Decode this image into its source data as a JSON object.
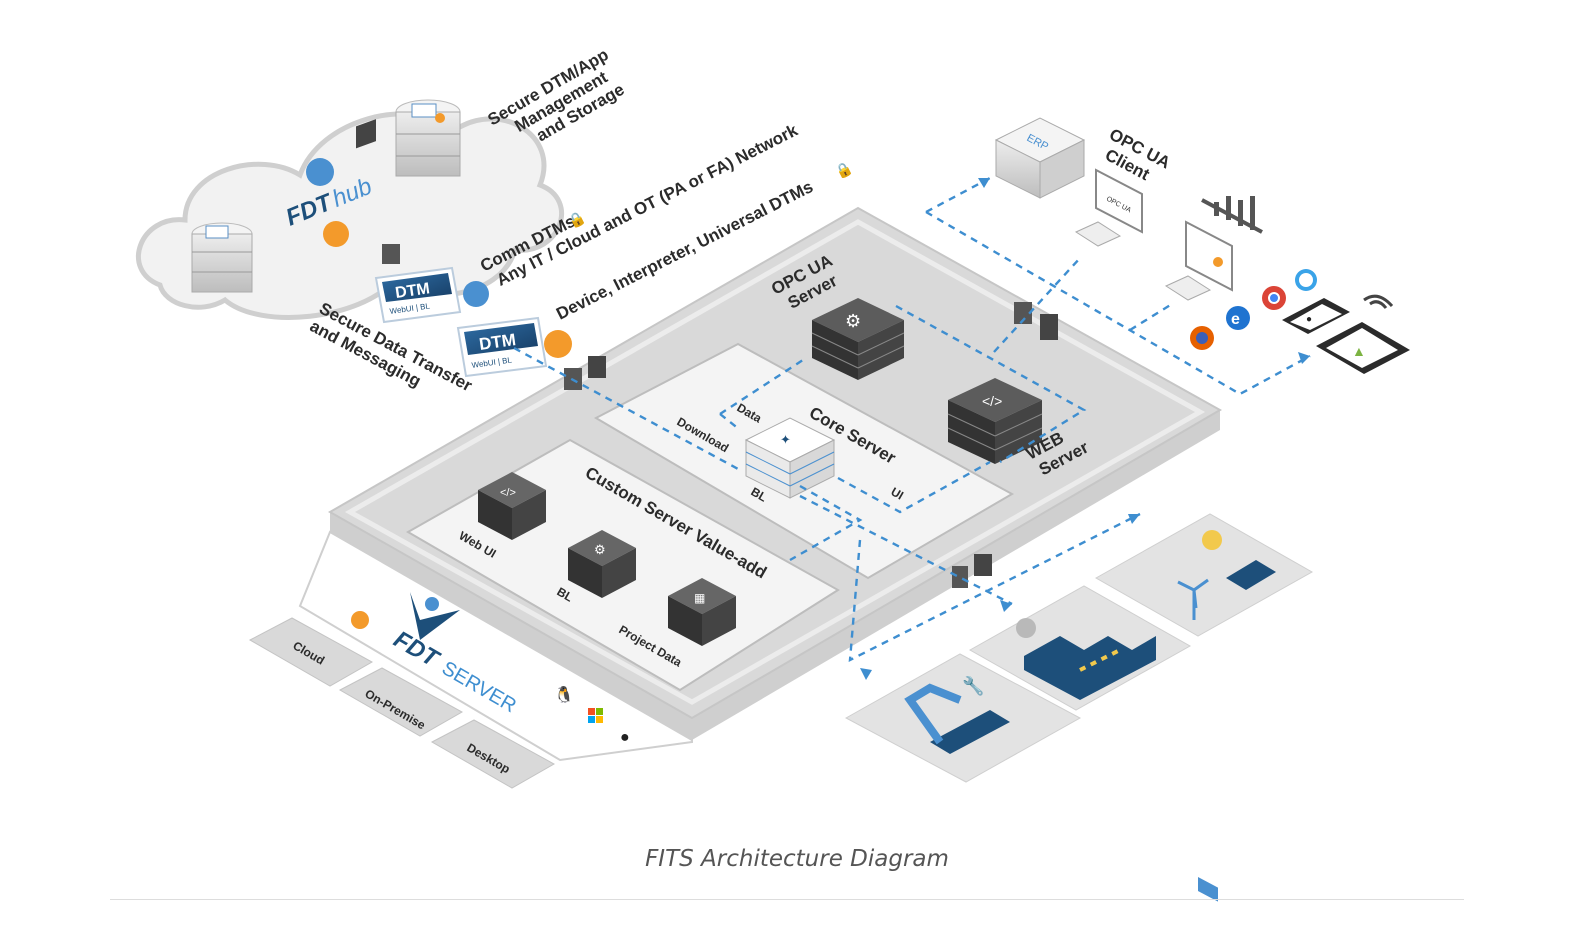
{
  "caption": "FITS Architecture Diagram",
  "cloud": {
    "hub_brand": "FDT",
    "hub_suffix": "hub",
    "storage_label": [
      "Secure DTM/App",
      "Management",
      "and Storage"
    ],
    "transfer_label": [
      "Secure Data Transfer",
      "and Messaging"
    ]
  },
  "dtm": {
    "card_title": "DTM",
    "card_sub": "WebUI | BL",
    "comm_label": [
      "Comm DTMs",
      "Any IT / Cloud and OT (PA or FA) Network"
    ],
    "device_label": "Device, Interpreter, Universal DTMs"
  },
  "server": {
    "opc_title": "OPC UA",
    "opc_sub": "Server",
    "core_label": "Core Server",
    "web_label": [
      "WEB",
      "Server"
    ],
    "data_label": "Data",
    "download_label": "Download",
    "bl_label": "BL",
    "ui_label": "UI",
    "custom_label": "Custom Server Value-add",
    "custom_items": [
      "Web UI",
      "BL",
      "Project Data"
    ],
    "brand": "FDT",
    "brand_suffix": "SERVER"
  },
  "deploy": [
    "Cloud",
    "On-Premise",
    "Desktop"
  ],
  "clients": {
    "erp_label": "ERP",
    "opc_client_title": "OPC UA",
    "opc_client_sub": "Client",
    "opc_screen": "OPC UA"
  },
  "colors": {
    "accent_blue": "#3e8ed0",
    "brand_navy": "#1d4f7a",
    "brand_orange": "#f39a2b",
    "platform_gray": "#d9d9d9",
    "panel_white": "#f6f6f6"
  }
}
